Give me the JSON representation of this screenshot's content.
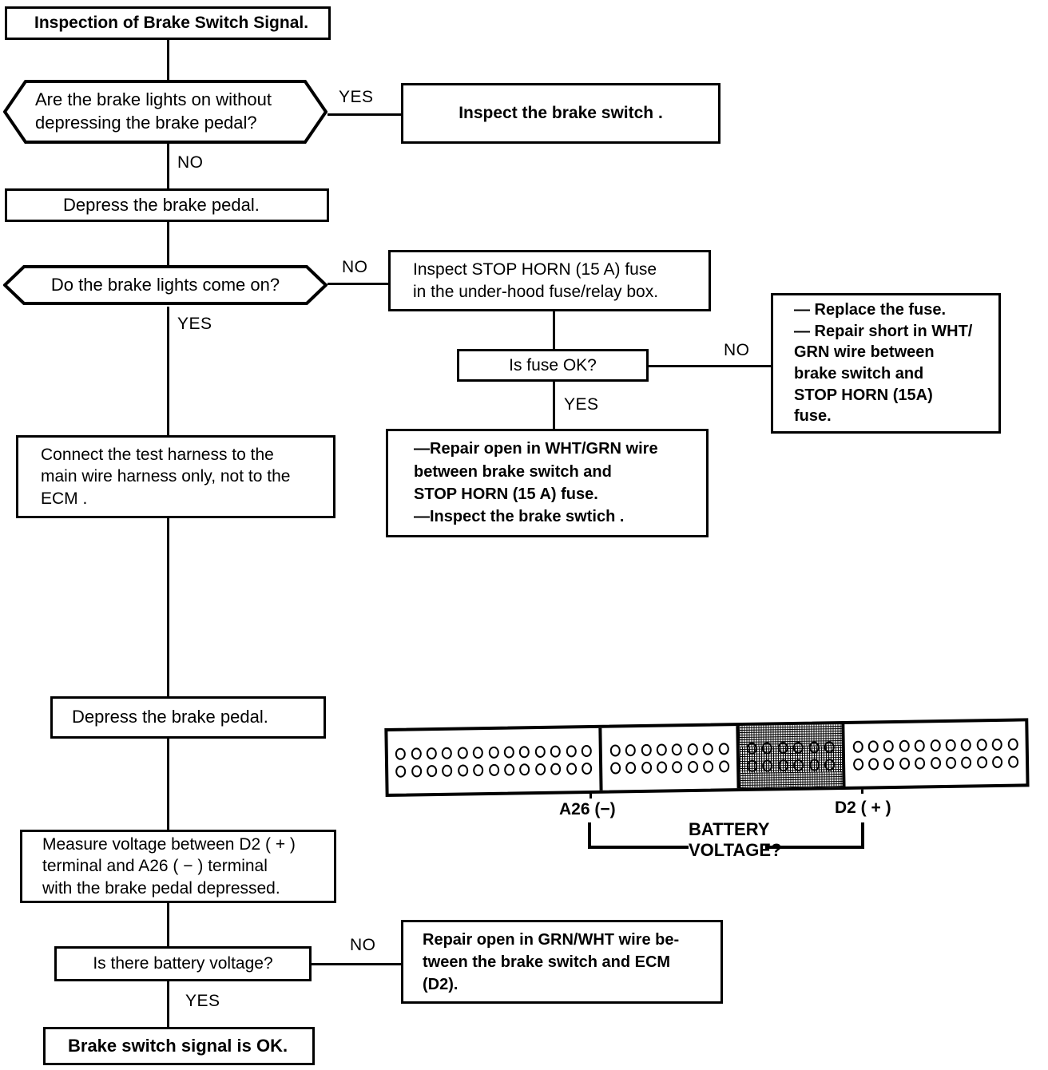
{
  "title": "Inspection of Brake Switch Signal.",
  "nodes": {
    "start": {
      "label": "Inspection of Brake Switch Signal."
    },
    "q1": {
      "label": "Are the brake lights on without\ndepressing the brake pedal?"
    },
    "inspect_switch": {
      "label": "Inspect the brake switch ."
    },
    "depress1": {
      "label": "Depress the brake pedal."
    },
    "q2": {
      "label": "Do the brake lights come on?"
    },
    "inspect_fuse": {
      "label": "Inspect STOP HORN (15 A) fuse\nin the under-hood fuse/relay box."
    },
    "q3": {
      "label": "Is fuse OK?"
    },
    "replace_fuse": {
      "label": "—  Replace the fuse.\n—  Repair short in WHT/\n     GRN  wire  between\n     brake  switch  and\n     STOP HORN (15A)\n     fuse."
    },
    "repair_open_wht": {
      "label": "—Repair open in WHT/GRN wire\n   between  brake  switch  and\n   STOP HORN (15 A) fuse.\n—Inspect  the  brake  swtich  ."
    },
    "connect_harness": {
      "label": "Connect the test harness to the\nmain wire harness only, not to the\nECM  ."
    },
    "depress2": {
      "label": "Depress the brake pedal."
    },
    "measure": {
      "label": "Measure voltage between D2 ( + )\nterminal  and  A26  ( − )  terminal\nwith the brake pedal depressed."
    },
    "q4": {
      "label": "Is there battery voltage?"
    },
    "repair_open_grn": {
      "label": "Repair open in GRN/WHT wire be-\ntween the brake switch and ECM\n(D2)."
    },
    "ok": {
      "label": "Brake switch signal is OK."
    }
  },
  "edge_labels": {
    "q1_yes": "YES",
    "q1_no": "NO",
    "q2_no": "NO",
    "q2_yes": "YES",
    "q3_no": "NO",
    "q3_yes": "YES",
    "q4_no": "NO",
    "q4_yes": "YES"
  },
  "connector": {
    "sections": [
      {
        "pins_per_row": 13,
        "rows": 2,
        "shaded": false
      },
      {
        "pins_per_row": 8,
        "rows": 2,
        "shaded": false
      },
      {
        "pins_per_row": 6,
        "rows": 2,
        "shaded": true
      },
      {
        "pins_per_row": 11,
        "rows": 2,
        "shaded": false
      }
    ],
    "pin_left_label": "A26 (−)",
    "pin_right_label": "D2 ( + )",
    "measure_label": "BATTERY\nVOLTAGE?"
  },
  "colors": {
    "ink": "#000000",
    "paper": "#ffffff"
  }
}
